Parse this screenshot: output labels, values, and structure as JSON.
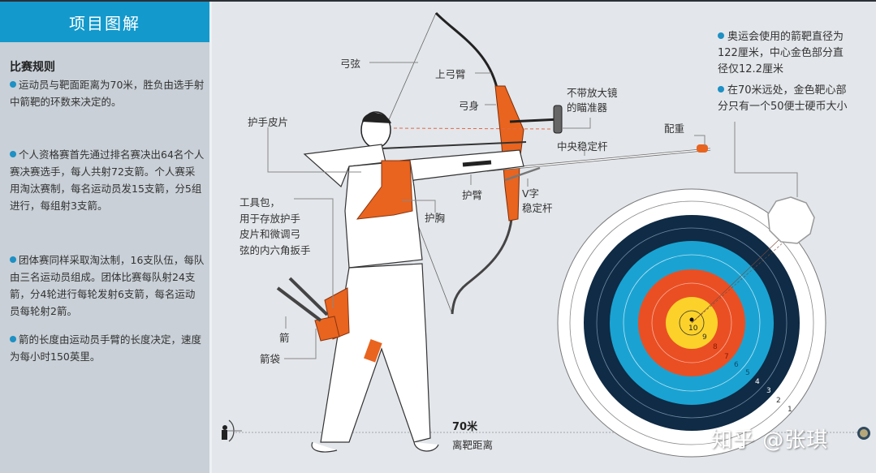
{
  "header": {
    "title": "项目图解"
  },
  "rules": {
    "title": "比赛规则",
    "items": [
      "运动员与靶面距离为70米，胜负由选手射中箭靶的环数来决定的。",
      "个人资格赛首先通过排名赛决出64名个人赛决赛选手，每人共射72支箭。个人赛采用淘汰赛制，每名运动员发15支箭，分5组进行，每组射3支箭。",
      "团体赛同样采取淘汰制，16支队伍，每队由三名运动员组成。团体比赛每队射24支箭，分4轮进行每轮发射6支箭，每名运动员每轮射2箭。",
      "箭的长度由运动员手臂的长度决定，速度为每小时150英里。"
    ]
  },
  "labels": {
    "bowstring": "弓弦",
    "upper_limb": "上弓臂",
    "riser": "弓身",
    "sight_line1": "不带放大镜",
    "sight_line2": "的瞄准器",
    "finger_tab": "护手皮片",
    "counterweight": "配重",
    "center_stabilizer": "中央稳定杆",
    "arm_guard": "护臂",
    "v_bar_line1": "V字",
    "v_bar_line2": "稳定杆",
    "chest_guard": "护胸",
    "tool_bag_line1": "工具包，",
    "tool_bag_line2": "用于存放护手",
    "tool_bag_line3": "皮片和微调弓",
    "tool_bag_line4": "弦的内六角扳手",
    "arrow": "箭",
    "quiver": "箭袋"
  },
  "target_notes": [
    "奥运会使用的箭靶直径为122厘米，中心金色部分直径仅12.2厘米",
    "在70米远处，金色靶心部分只有一个50便士硬币大小"
  ],
  "distance": {
    "value": "70米",
    "label": "离靶距离"
  },
  "target": {
    "ring_labels": [
      "10",
      "9",
      "8",
      "7",
      "6",
      "5",
      "4",
      "3",
      "2",
      "1"
    ],
    "colors": {
      "gold": "#fcd22a",
      "red": "#ea4f24",
      "blue": "#1aa3d2",
      "black": "#0f2b45",
      "white": "#ffffff"
    }
  },
  "watermark": "知乎 @张琪",
  "colors": {
    "header_bg": "#1399cc",
    "sidebar_bg": "#c9d0d7",
    "canvas_bg": "#e3e6ea",
    "accent_orange": "#e8641f",
    "bullet": "#1e90c4"
  }
}
